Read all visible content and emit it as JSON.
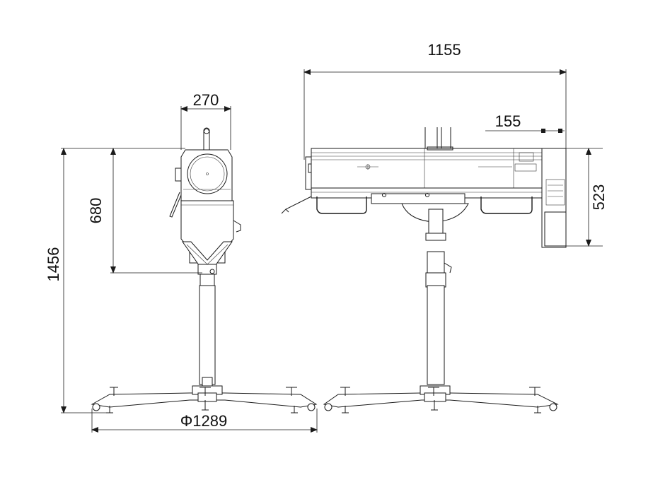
{
  "dimensions": {
    "overall_length": "1155",
    "rear_offset": "155",
    "body_width": "270",
    "body_height": "680",
    "overall_height": "1456",
    "head_height": "523",
    "base_diameter": "Φ1289"
  }
}
